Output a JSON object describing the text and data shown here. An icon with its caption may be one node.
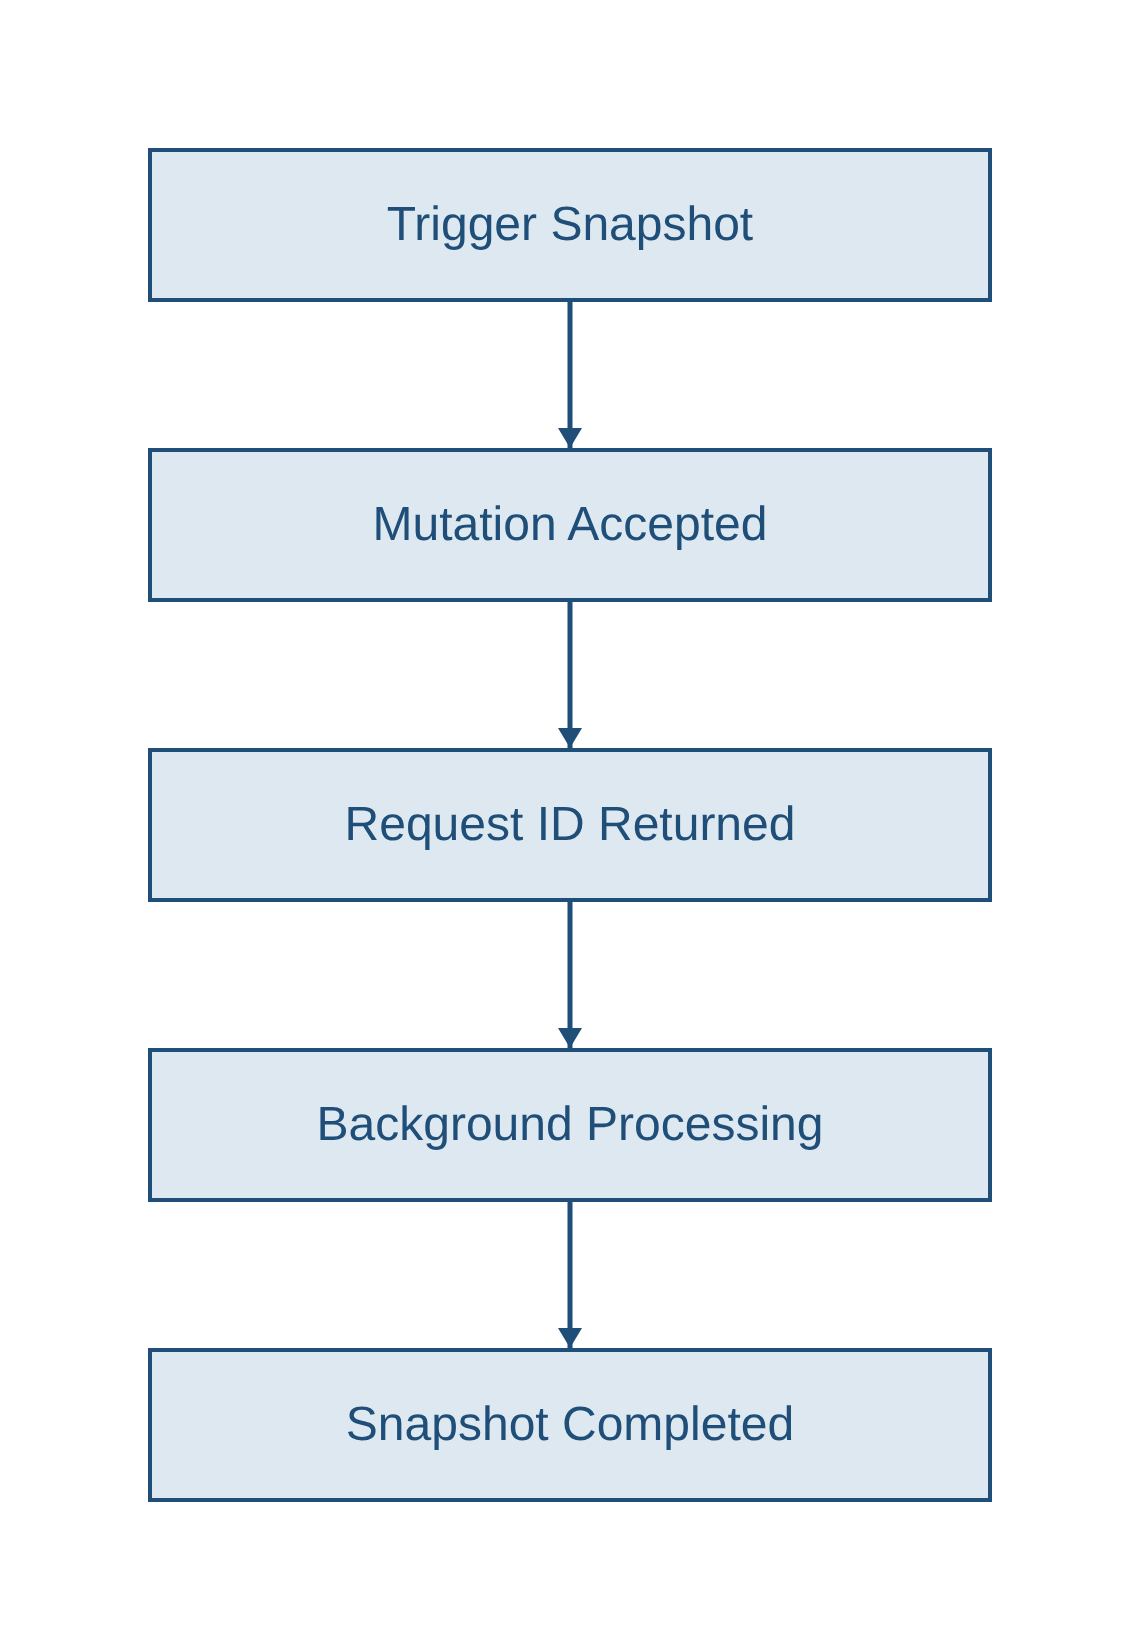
{
  "diagram": {
    "nodes": [
      {
        "text": [
          "Trigger Snapshot"
        ]
      },
      {
        "text": [
          "Mutation Accepted"
        ]
      },
      {
        "text": [
          "Request ID Returned"
        ]
      },
      {
        "text": [
          "Background Processing"
        ]
      },
      {
        "text": [
          "Snapshot Completed"
        ]
      }
    ],
    "edges": [
      {
        "from": 0,
        "to": 1,
        "arrow": "to"
      },
      {
        "from": 1,
        "to": 2,
        "arrow": "to"
      },
      {
        "from": 2,
        "to": 3,
        "arrow": "to"
      },
      {
        "from": 3,
        "to": 4,
        "arrow": "to"
      }
    ]
  }
}
